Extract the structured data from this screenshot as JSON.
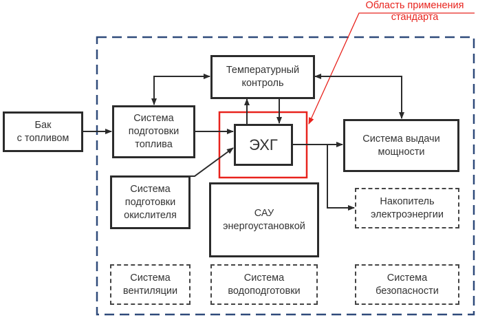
{
  "diagram": {
    "annotation": "Область применения\nстандарта",
    "blocks": {
      "fuel_tank": "Бак\nс топливом",
      "fuel_prep": "Система\nподготовки\nтоплива",
      "temp_control": "Температурный\nконтроль",
      "exg": "ЭХГ",
      "power_output": "Система выдачи\nмощности",
      "oxidizer_prep": "Система\nподготовки\nокислителя",
      "acs": "САУ\nэнергоустановкой",
      "energy_storage": "Накопитель\nэлектроэнергии",
      "ventilation": "Система\nвентиляции",
      "water_treatment": "Система\nводоподготовки",
      "safety": "Система\nбезопасности"
    },
    "colors": {
      "outer_boundary": "#2f4a7a",
      "standard_scope": "#e8231d",
      "block_border": "#2b2b2b"
    }
  }
}
